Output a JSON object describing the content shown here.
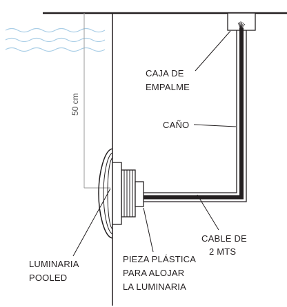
{
  "labels": {
    "caja_line1": "CAJA DE",
    "caja_line2": "EMPALME",
    "cano": "CAÑO",
    "cable_line1": "CABLE DE",
    "cable_line2": "2 MTS",
    "luminaria_line1": "LUMINARIA",
    "luminaria_line2": "POOLED",
    "pieza_line1": "PIEZA PLÁSTICA",
    "pieza_line2": "PARA ALOJAR",
    "pieza_line3": "LA LUMINARIA",
    "depth": "50 cm"
  },
  "colors": {
    "line": "#231f20",
    "water": "#a8cde6",
    "dimension": "#9a9a9a"
  }
}
